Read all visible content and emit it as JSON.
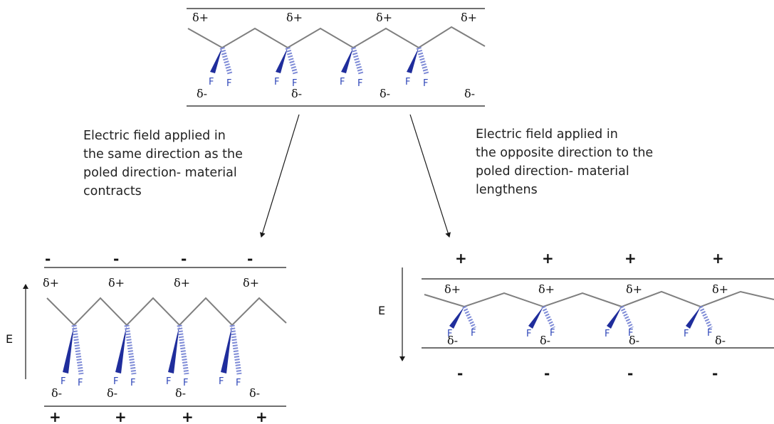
{
  "captions": {
    "left": [
      "Electric field applied in",
      "the same direction as the",
      "poled direction- material",
      "contracts"
    ],
    "right": [
      "Electric field applied in",
      "the opposite direction to the",
      "poled direction- material",
      "lengthens"
    ]
  },
  "labels": {
    "delta_plus": "δ+",
    "delta_minus": "δ-",
    "fluorine": "F",
    "plus": "+",
    "minus": "-",
    "field": "E"
  },
  "colors": {
    "chain": "#7f7f7f",
    "fluorine": "#1f2d9c",
    "fluorine_hatch": "#7d8ad6",
    "text": "#111111"
  }
}
